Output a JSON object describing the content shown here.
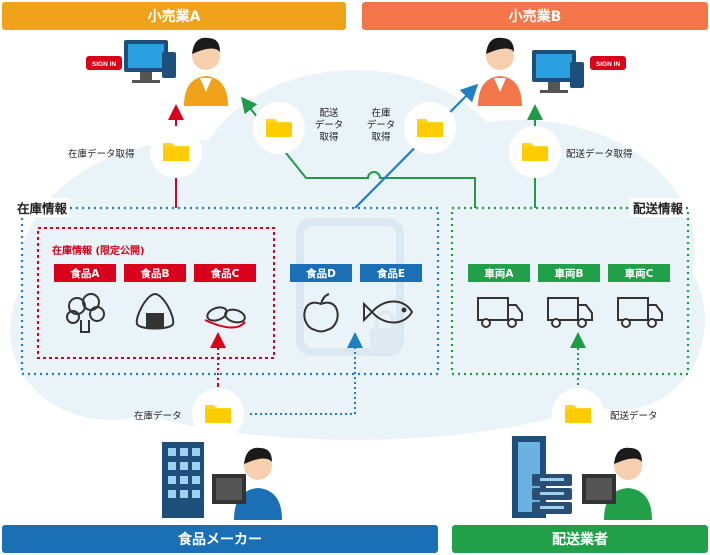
{
  "headers": {
    "retailer_a": "小売業A",
    "retailer_b": "小売業B",
    "food_maker": "食品メーカー",
    "delivery_company": "配送業者"
  },
  "sections": {
    "inventory_info": "在庫情報",
    "delivery_info": "配送情報",
    "inventory_limited": "在庫情報 (限定公開)"
  },
  "flows": {
    "inventory_fetch": "在庫データ取得",
    "delivery_fetch": "配送データ取得",
    "delivery_fetch_stacked": "配送\nデータ\n取得",
    "inventory_fetch_stacked": "在庫\nデータ\n取得",
    "inventory_data": "在庫データ",
    "delivery_data": "配送データ"
  },
  "sign_in": "SIGN IN",
  "foods_limited": [
    "食品A",
    "食品B",
    "食品C"
  ],
  "foods_other": [
    "食品D",
    "食品E"
  ],
  "vehicles": [
    "車両A",
    "車両B",
    "車両C"
  ],
  "colors": {
    "retailer_a": "#f0a21b",
    "retailer_b": "#f3754a",
    "food_maker": "#1a6fb5",
    "delivery_company": "#21a049",
    "red": "#d9001b",
    "blue_dot": "#1f7fc0",
    "green_dot": "#1f9a48",
    "folder": "#ffd61f",
    "cloud": "#e9f3f8"
  }
}
